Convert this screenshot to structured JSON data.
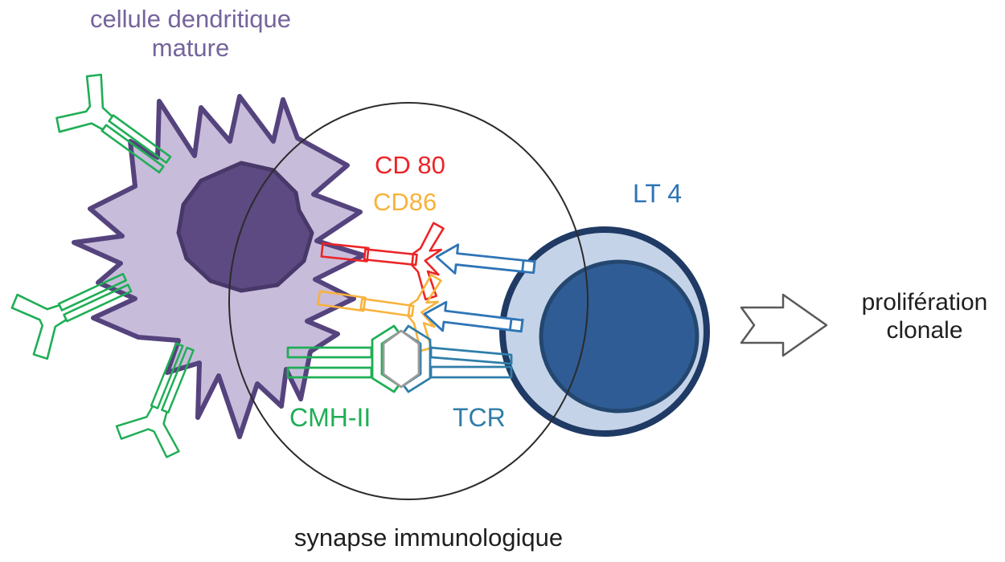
{
  "diagram": {
    "title": {
      "line1": "cellule dendritique",
      "line2": "mature"
    },
    "labels": {
      "cd80": "CD 80",
      "cd86": "CD86",
      "lt4": "LT 4",
      "cmh2": "CMH-II",
      "tcr": "TCR",
      "synapse": "synapse immunologique",
      "proliferation_line1": "prolifération",
      "proliferation_line2": "clonale"
    },
    "entities": {
      "dendritic_cell": "cellule dendritique mature",
      "t_cell": "lymphocyte T LT 4",
      "costimulation_receptors": [
        "CD 80",
        "CD86"
      ],
      "antigen_presentation": [
        "CMH-II",
        "TCR"
      ],
      "outcome": "prolifération clonale",
      "zone": "synapse immunologique"
    },
    "colors": {
      "title_purple": "#75649c",
      "dendritic_fill": "#c8bcdb",
      "dendritic_border": "#55437d",
      "dendritic_nucleus": "#5d4a82",
      "green_receptor": "#1fae55",
      "cd80_red": "#ec2426",
      "cd86_yellow": "#f9b23a",
      "tcell_fill": "#c5d3e8",
      "tcell_border": "#1f3a64",
      "tcell_nucleus": "#2f5c94",
      "arrow_blue": "#2e75b6",
      "tcr_blue": "#2e7ea8",
      "peptide_gray": "#9a9a9a",
      "synapse_line": "#2b2b2b",
      "proliferation_arrow_border": "#595959",
      "text_black": "#1f1f1f"
    }
  }
}
